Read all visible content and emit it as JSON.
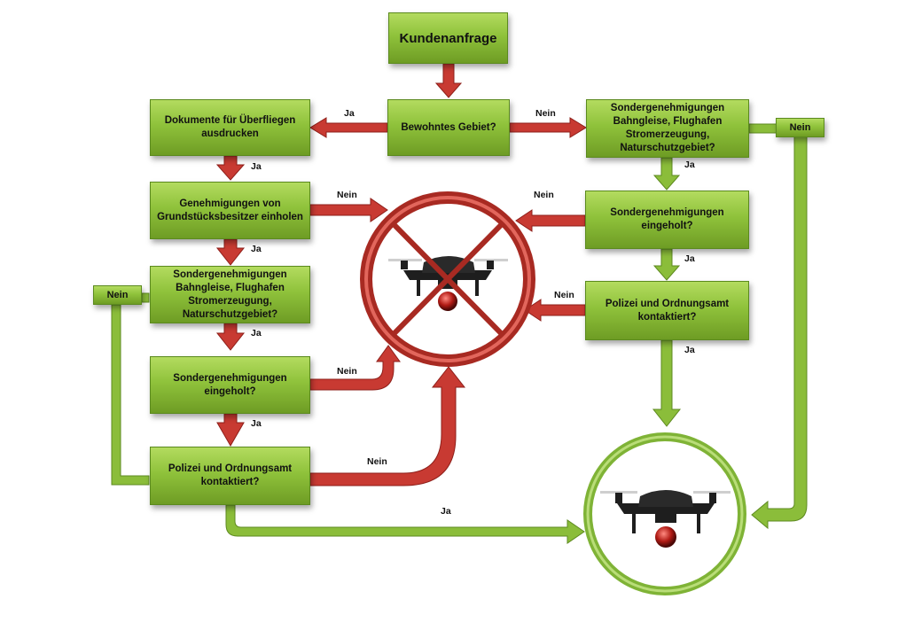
{
  "colors": {
    "green": "#8fc23b",
    "green_arrow": "#8bbd3a",
    "red_arrow": "#c83a32",
    "forbidden_red": "#c0342b",
    "drone_body": "#1e1e1e"
  },
  "nodes": {
    "start": "Kundenanfrage",
    "inhabited": "Bewohntes Gebiet?",
    "print_docs": "Dokumente für Überfliegen ausdrucken",
    "owner_permits": "Genehmigungen von Grundstücksbesitzer einholen",
    "special_left": "Sondergenehmigungen Bahngleise, Flughafen Stromerzeugung, Naturschutzgebiet?",
    "obtained_left": "Sondergenehmigungen eingeholt?",
    "police_left": "Polizei und Ordnungsamt kontaktiert?",
    "special_right": "Sondergenehmigungen Bahngleise, Flughafen Stromerzeugung, Naturschutzgebiet?",
    "obtained_right": "Sondergenehmigungen eingeholt?",
    "police_right": "Polizei und Ordnungsamt kontaktiert?",
    "nein_tag_left": "Nein",
    "nein_tag_right": "Nein"
  },
  "labels": {
    "ja_inhabited": "Ja",
    "nein_inhabited": "Nein",
    "ja_print": "Ja",
    "nein_owner": "Nein",
    "ja_owner": "Ja",
    "ja_special_left": "Ja",
    "nein_obtained_left": "Nein",
    "ja_obtained_left": "Ja",
    "nein_police_left": "Nein",
    "ja_police_left": "Ja",
    "ja_special_right": "Ja",
    "nein_obtained_right": "Nein",
    "ja_obtained_right": "Ja",
    "nein_police_right": "Nein",
    "ja_police_right": "Ja"
  },
  "icons": [
    "drone-forbidden-icon",
    "drone-approved-icon"
  ]
}
